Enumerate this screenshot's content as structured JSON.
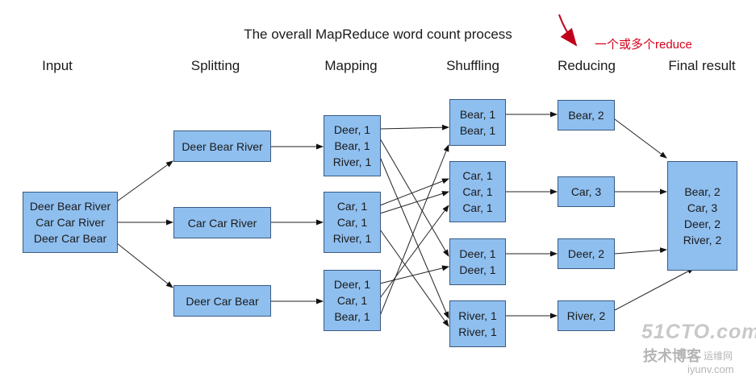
{
  "title": "The overall MapReduce word count process",
  "annotation": "一个或多个reduce",
  "stages": [
    "Input",
    "Splitting",
    "Mapping",
    "Shuffling",
    "Reducing",
    "Final result"
  ],
  "input": [
    "Deer Bear River",
    "Car Car River",
    "Deer Car Bear"
  ],
  "splits": [
    "Deer Bear River",
    "Car Car River",
    "Deer Car Bear"
  ],
  "mapping": [
    [
      "Deer, 1",
      "Bear, 1",
      "River, 1"
    ],
    [
      "Car, 1",
      "Car, 1",
      "River, 1"
    ],
    [
      "Deer, 1",
      "Car, 1",
      "Bear, 1"
    ]
  ],
  "shuffling": [
    [
      "Bear, 1",
      "Bear, 1"
    ],
    [
      "Car, 1",
      "Car, 1",
      "Car, 1"
    ],
    [
      "Deer, 1",
      "Deer, 1"
    ],
    [
      "River, 1",
      "River, 1"
    ]
  ],
  "reducing": [
    "Bear, 2",
    "Car, 3",
    "Deer, 2",
    "River, 2"
  ],
  "final": [
    "Bear, 2",
    "Car, 3",
    "Deer, 2",
    "River, 2"
  ],
  "watermark": {
    "site": "51CTO.com",
    "blog": "技术博客",
    "ops": "运维网",
    "domain": "iyunv.com"
  }
}
